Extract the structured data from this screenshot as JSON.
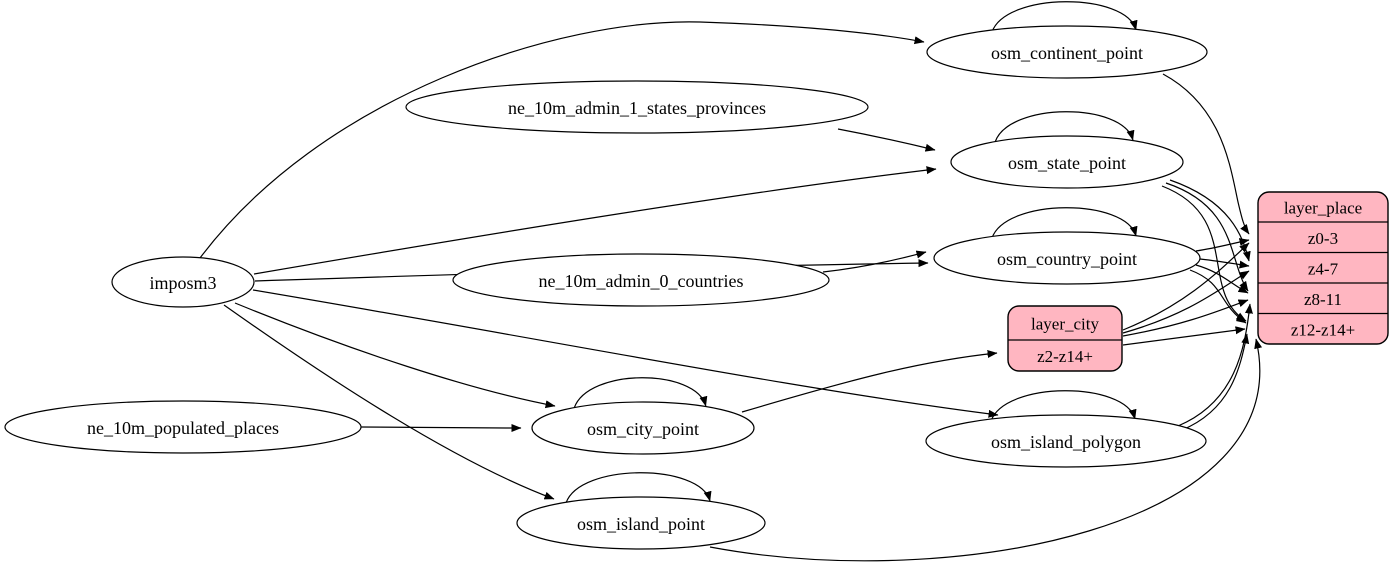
{
  "diagram": {
    "kind": "etl-graph",
    "background_color": "#ffffff",
    "edge_color": "#000000",
    "table_fill": "#ffffff",
    "table_stroke": "#000000",
    "record_fill": "#ffb6c1",
    "record_stroke": "#000000",
    "text_color": "#000000",
    "tables": [
      {
        "id": "imposm3",
        "label": "imposm3"
      },
      {
        "id": "ne_10m_admin_1_states_provinces",
        "label": "ne_10m_admin_1_states_provinces"
      },
      {
        "id": "ne_10m_admin_0_countries",
        "label": "ne_10m_admin_0_countries"
      },
      {
        "id": "ne_10m_populated_places",
        "label": "ne_10m_populated_places"
      },
      {
        "id": "osm_continent_point",
        "label": "osm_continent_point"
      },
      {
        "id": "osm_state_point",
        "label": "osm_state_point"
      },
      {
        "id": "osm_country_point",
        "label": "osm_country_point"
      },
      {
        "id": "osm_city_point",
        "label": "osm_city_point"
      },
      {
        "id": "osm_island_polygon",
        "label": "osm_island_polygon"
      },
      {
        "id": "osm_island_point",
        "label": "osm_island_point"
      }
    ],
    "records": [
      {
        "id": "layer_city",
        "title": "layer_city",
        "rows": [
          "z2-z14+"
        ]
      },
      {
        "id": "layer_place",
        "title": "layer_place",
        "rows": [
          "z0-3",
          "z4-7",
          "z8-11",
          "z12-z14+"
        ]
      }
    ],
    "edges": [
      {
        "from": "imposm3",
        "to": "osm_continent_point"
      },
      {
        "from": "imposm3",
        "to": "osm_state_point"
      },
      {
        "from": "imposm3",
        "to": "osm_country_point"
      },
      {
        "from": "imposm3",
        "to": "osm_city_point"
      },
      {
        "from": "imposm3",
        "to": "osm_island_polygon"
      },
      {
        "from": "imposm3",
        "to": "osm_island_point"
      },
      {
        "from": "ne_10m_admin_1_states_provinces",
        "to": "osm_state_point"
      },
      {
        "from": "ne_10m_admin_0_countries",
        "to": "osm_country_point"
      },
      {
        "from": "ne_10m_populated_places",
        "to": "osm_city_point"
      },
      {
        "from": "osm_continent_point",
        "to": "osm_continent_point",
        "self": true
      },
      {
        "from": "osm_state_point",
        "to": "osm_state_point",
        "self": true
      },
      {
        "from": "osm_country_point",
        "to": "osm_country_point",
        "self": true
      },
      {
        "from": "osm_city_point",
        "to": "osm_city_point",
        "self": true
      },
      {
        "from": "osm_island_polygon",
        "to": "osm_island_polygon",
        "self": true
      },
      {
        "from": "osm_island_point",
        "to": "osm_island_point",
        "self": true
      },
      {
        "from": "osm_continent_point",
        "to": "layer_place",
        "port": "z0-3"
      },
      {
        "from": "osm_state_point",
        "to": "layer_place",
        "port": "z4-7"
      },
      {
        "from": "osm_state_point",
        "to": "layer_place",
        "port": "z8-11"
      },
      {
        "from": "osm_state_point",
        "to": "layer_place",
        "port": "z12-z14+"
      },
      {
        "from": "osm_country_point",
        "to": "layer_place",
        "port": "z0-3"
      },
      {
        "from": "osm_country_point",
        "to": "layer_place",
        "port": "z4-7"
      },
      {
        "from": "osm_country_point",
        "to": "layer_place",
        "port": "z8-11"
      },
      {
        "from": "osm_country_point",
        "to": "layer_place",
        "port": "z12-z14+"
      },
      {
        "from": "osm_city_point",
        "to": "layer_city",
        "port": "z2-z14+"
      },
      {
        "from": "layer_city",
        "to": "layer_place",
        "port": "z0-3"
      },
      {
        "from": "layer_city",
        "to": "layer_place",
        "port": "z4-7"
      },
      {
        "from": "layer_city",
        "to": "layer_place",
        "port": "z8-11"
      },
      {
        "from": "layer_city",
        "to": "layer_place",
        "port": "z12-z14+"
      },
      {
        "from": "osm_island_polygon",
        "to": "layer_place",
        "port": "z8-11"
      },
      {
        "from": "osm_island_polygon",
        "to": "layer_place",
        "port": "z12-z14+"
      },
      {
        "from": "osm_island_point",
        "to": "layer_place",
        "port": "z12-z14+"
      }
    ]
  }
}
